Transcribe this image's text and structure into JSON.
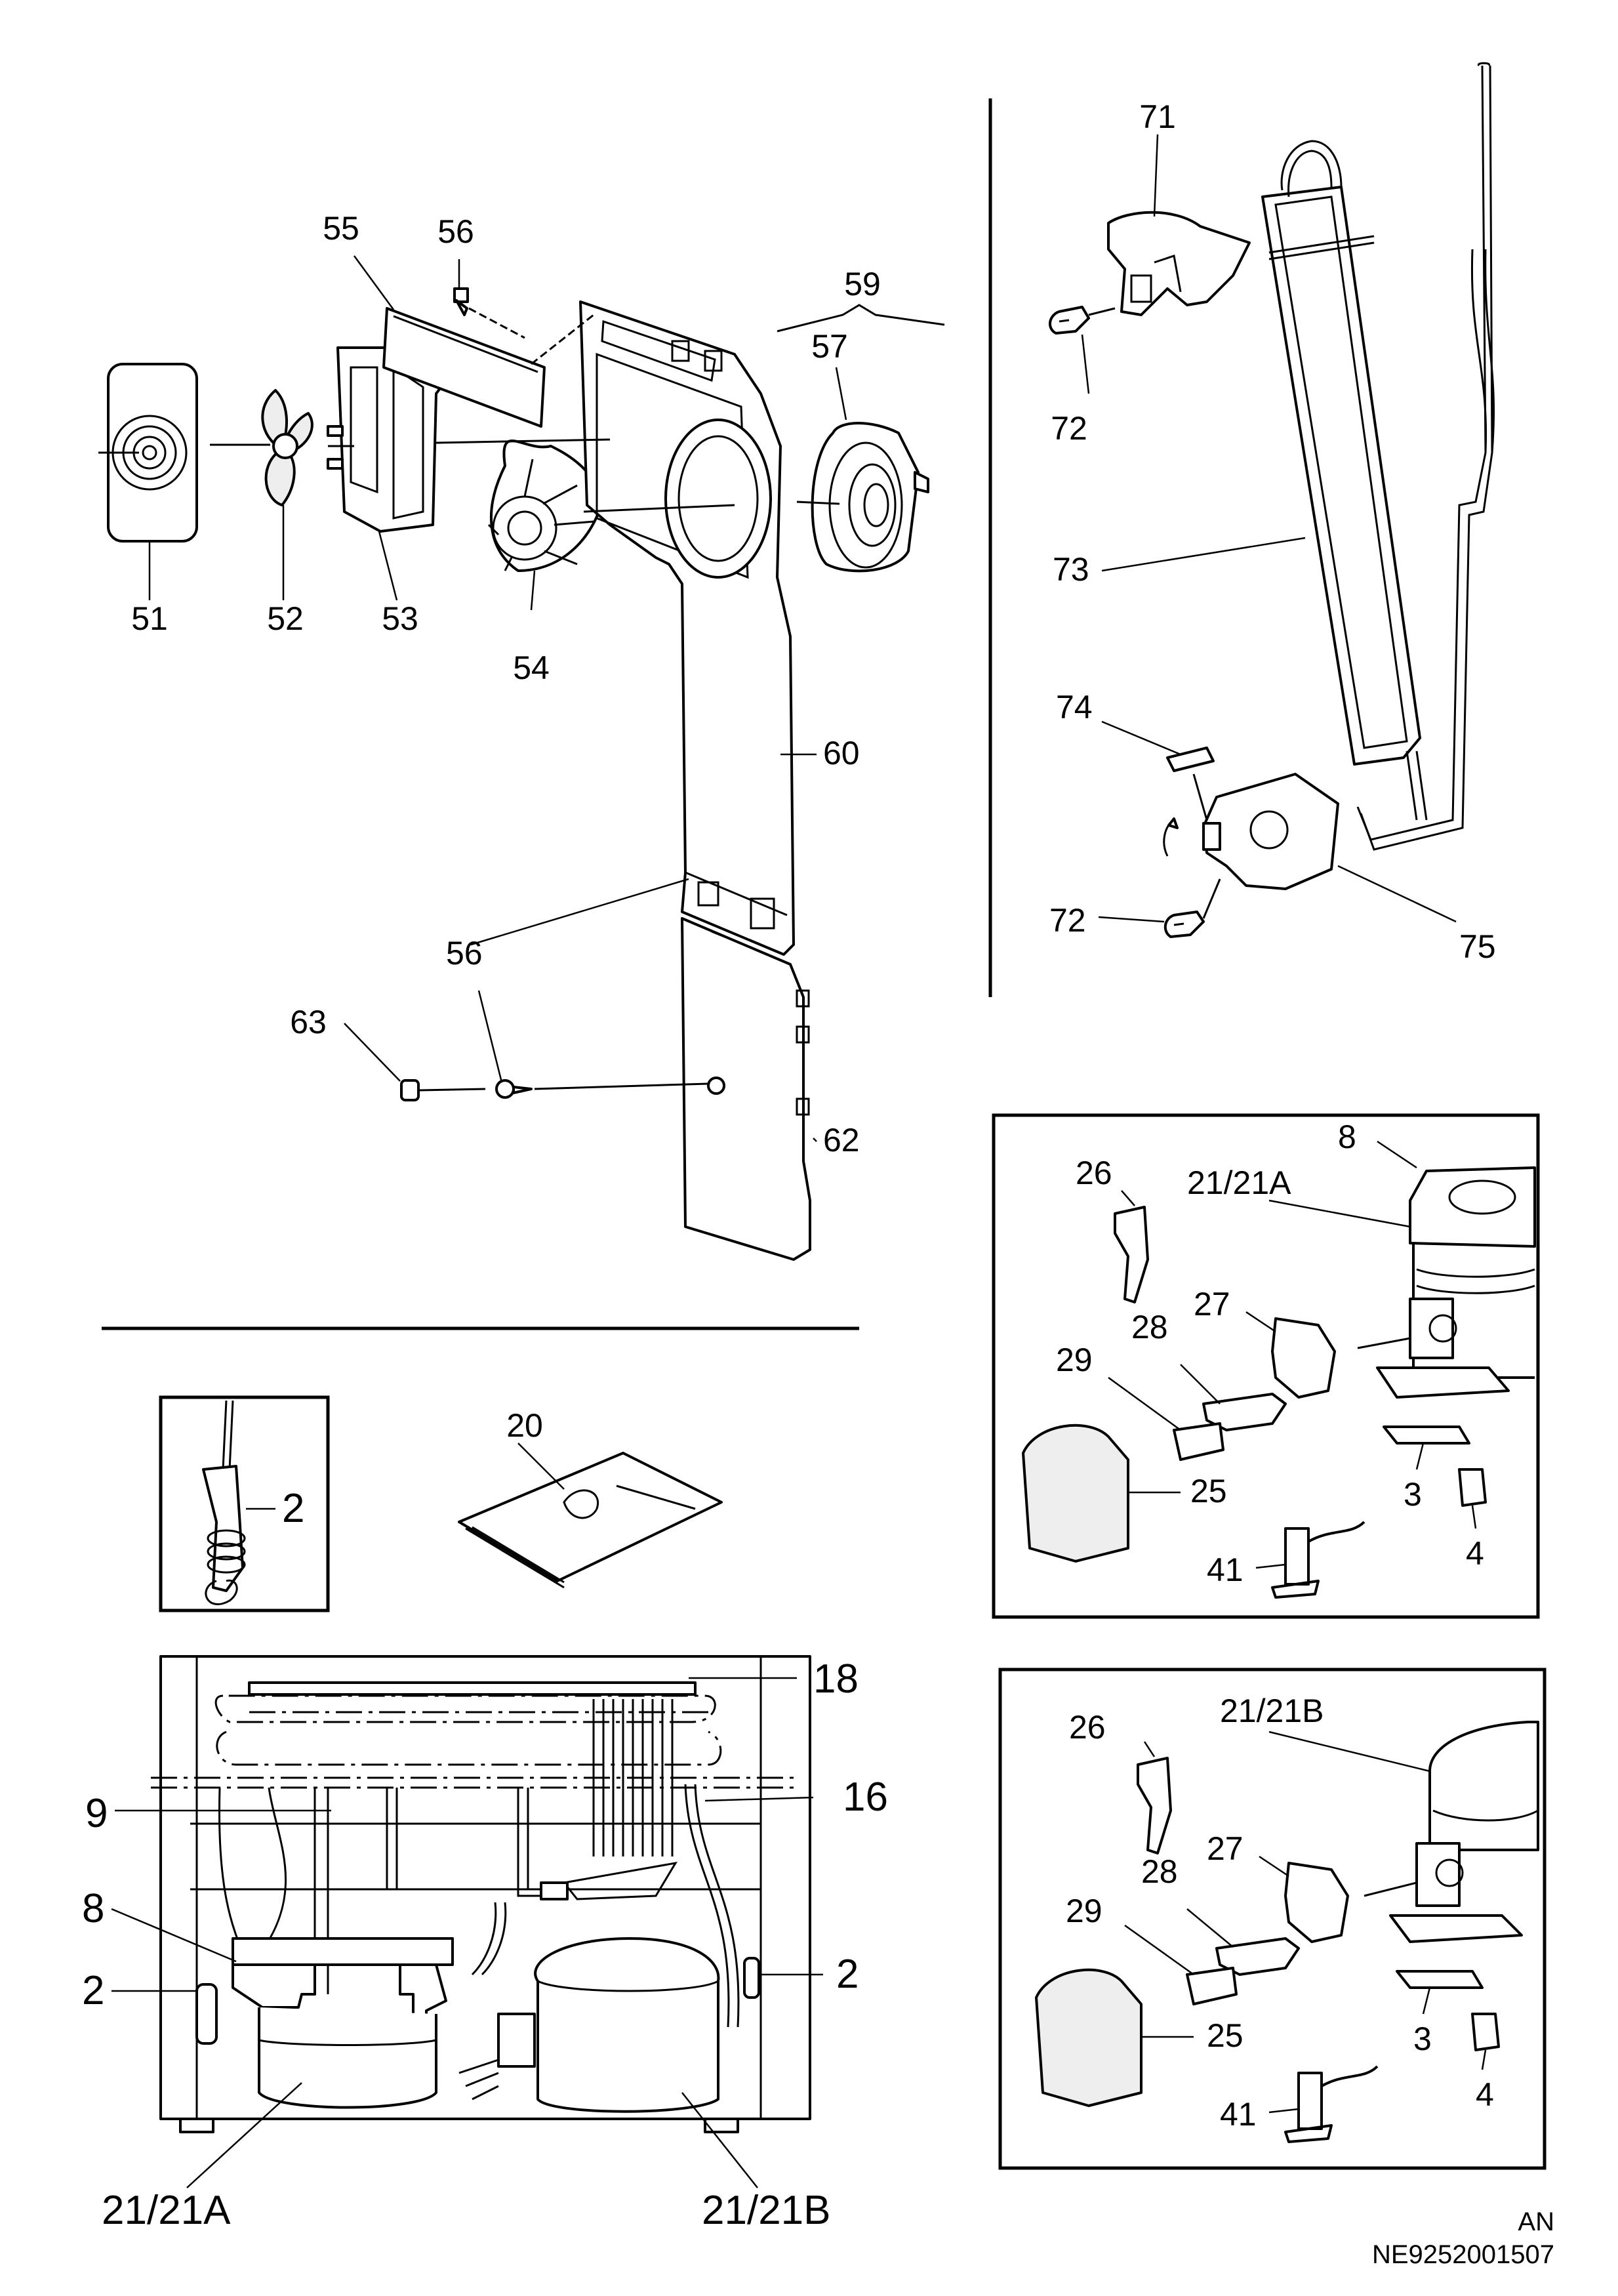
{
  "labels": {
    "l51": "51",
    "l52": "52",
    "l53": "53",
    "l54": "54",
    "l55": "55",
    "l56a": "56",
    "l56b": "56",
    "l57": "57",
    "l59": "59",
    "l60": "60",
    "l62": "62",
    "l63": "63",
    "l71": "71",
    "l72a": "72",
    "l72b": "72",
    "l73": "73",
    "l74": "74",
    "l75": "75",
    "l2_box": "2",
    "l20": "20",
    "l18": "18",
    "l16": "16",
    "l9": "9",
    "l8_left": "8",
    "l2_left": "2",
    "l2_right": "2",
    "l21a_bottom": "21/21A",
    "l21b_bottom": "21/21B",
    "pa_8": "8",
    "pa_21": "21/21A",
    "pa_26": "26",
    "pa_27": "27",
    "pa_28": "28",
    "pa_29": "29",
    "pa_25": "25",
    "pa_3": "3",
    "pa_4": "4",
    "pa_41": "41",
    "pb_21": "21/21B",
    "pb_26": "26",
    "pb_27": "27",
    "pb_28": "28",
    "pb_29": "29",
    "pb_25": "25",
    "pb_3": "3",
    "pb_4": "4",
    "pb_41": "41"
  },
  "footer": {
    "lang": "AN",
    "code": "NE9252001507"
  }
}
